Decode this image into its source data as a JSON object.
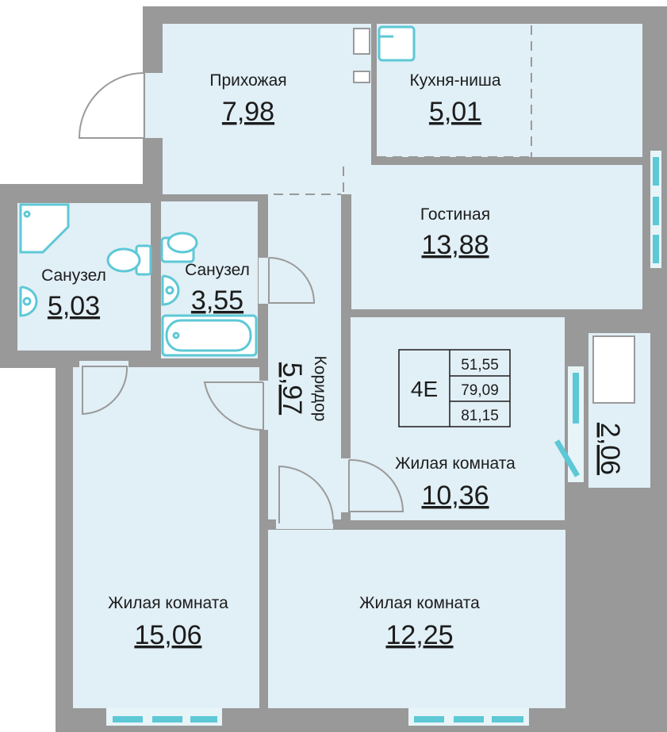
{
  "plan": {
    "rooms": [
      {
        "id": "hallway",
        "name": "Прихожая",
        "area": "7,98"
      },
      {
        "id": "kitchen",
        "name": "Кухня-ниша",
        "area": "5,01"
      },
      {
        "id": "living",
        "name": "Гостиная",
        "area": "13,88"
      },
      {
        "id": "bath-1",
        "name": "Санузел",
        "area": "5,03"
      },
      {
        "id": "bath-2",
        "name": "Санузел",
        "area": "3,55"
      },
      {
        "id": "corridor",
        "name": "Коридор",
        "area": "5,97"
      },
      {
        "id": "bedroom-small",
        "name": "Жилая комната",
        "area": "10,36"
      },
      {
        "id": "bedroom-left",
        "name": "Жилая комната",
        "area": "15,06"
      },
      {
        "id": "bedroom-bottom",
        "name": "Жилая комната",
        "area": "12,25"
      },
      {
        "id": "balcony",
        "name": "",
        "area": "2,06"
      }
    ],
    "apartment": {
      "type": "4Е",
      "areas": [
        "51,55",
        "79,09",
        "81,15"
      ]
    }
  },
  "colors": {
    "wall": "#999999",
    "room_fill": "#e1eff6",
    "fixture_stroke": "#5dc8d6",
    "text": "#1c1c1c"
  }
}
